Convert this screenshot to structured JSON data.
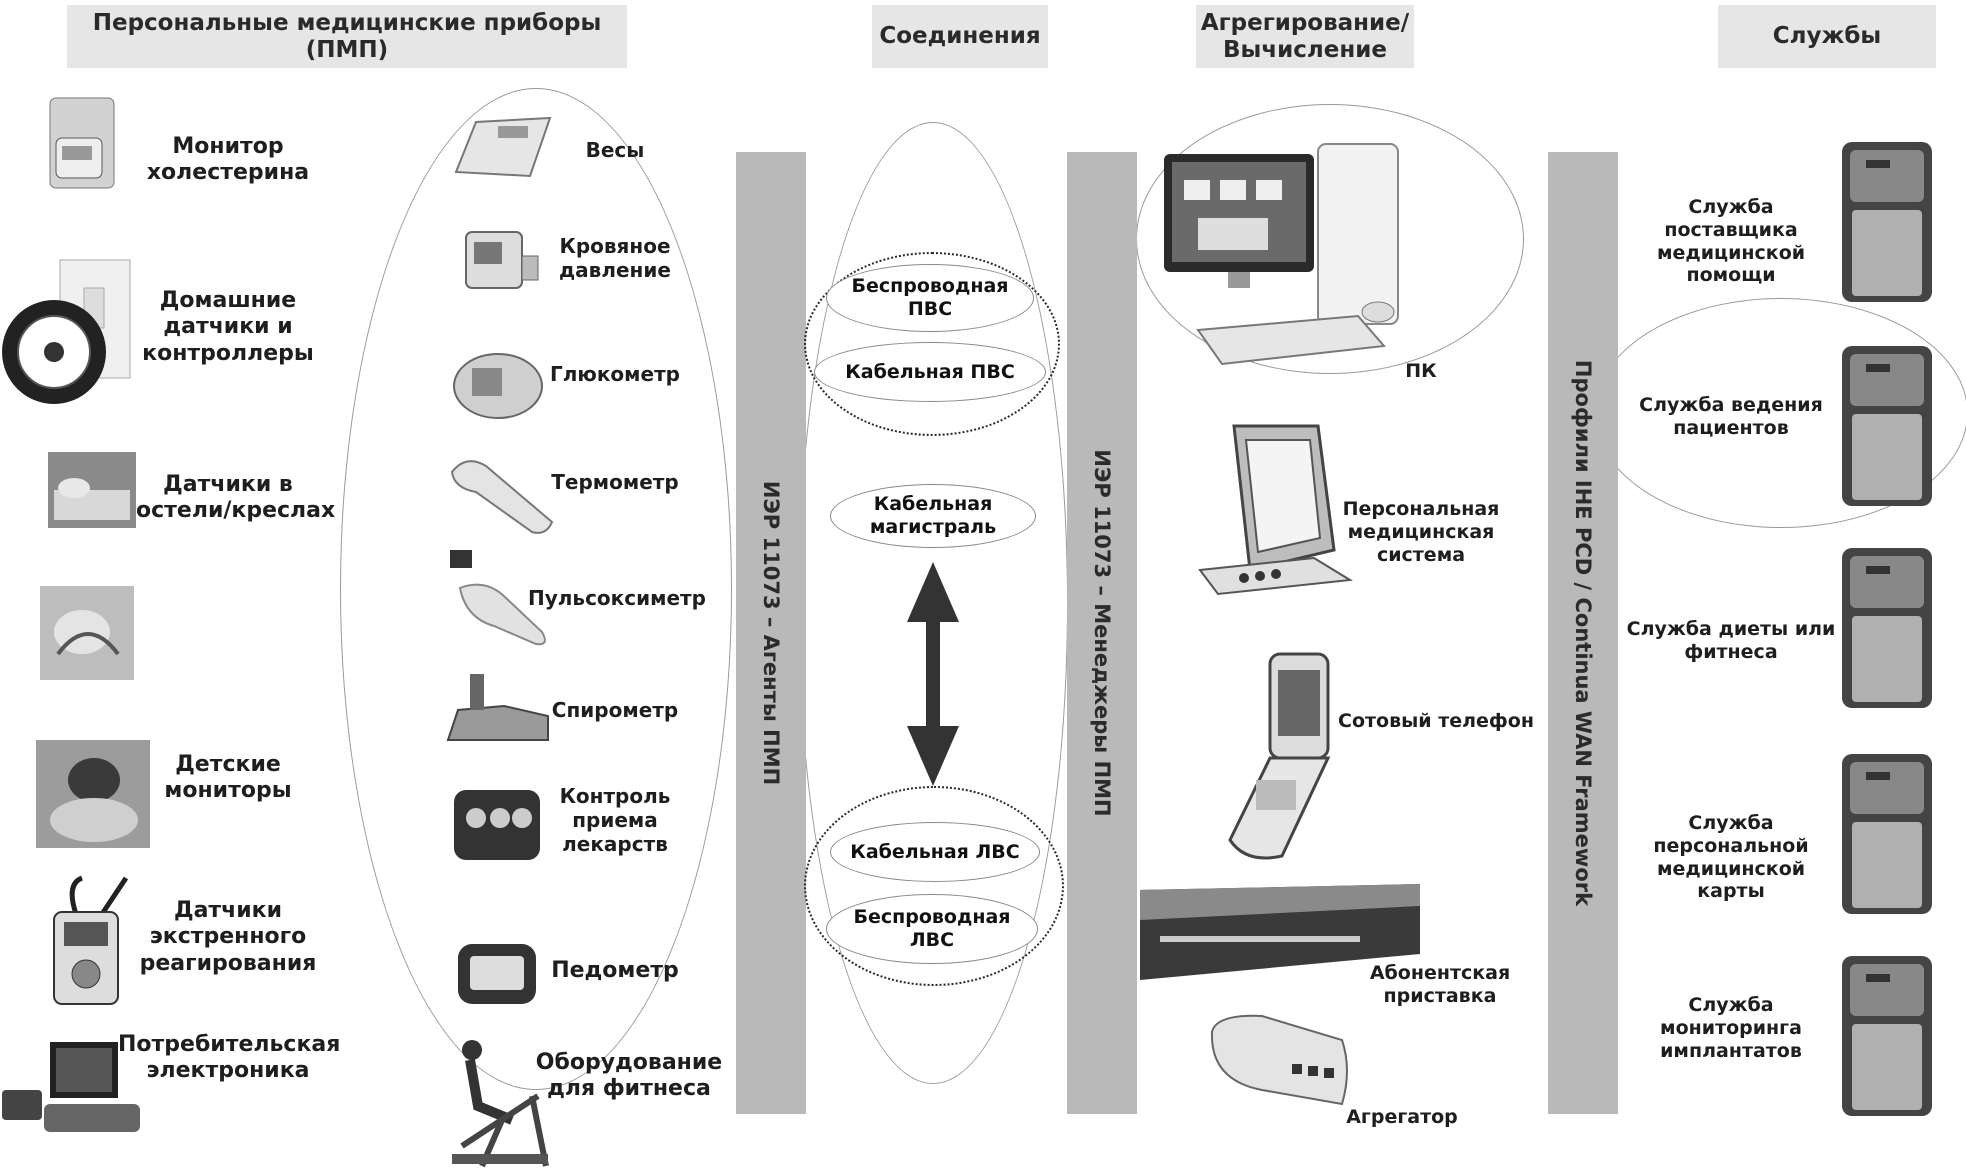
{
  "headers": {
    "devices": "Персональные медицинские приборы (ПМП)",
    "connections": "Соединения",
    "aggregation": "Агрегирование/\nВычисление",
    "services": "Службы"
  },
  "left_devices": [
    "Монитор\nхолестерина",
    "Домашние\nдатчики и\nконтроллеры",
    "Датчики в\nпостели/креслах",
    "Детские\nмониторы",
    "Датчики\nэкстренного\nреагирования",
    "Потребительская\nэлектроника"
  ],
  "mid_devices": [
    "Весы",
    "Кровяное\nдавление",
    "Глюкометр",
    "Термометр",
    "Пульсоксиметр",
    "Спирометр",
    "Контроль\nприема\nлекарств",
    "Педометр",
    "Оборудование\nдля фитнеса"
  ],
  "bars": {
    "agents": "ИЭР 11073 – Агенты ПМП",
    "managers": "ИЭР 11073 – Менеджеры ПМП",
    "profiles": "Профили IHE PCD / Continua WAN Framework"
  },
  "connections": {
    "wireless_pan": "Беспроводная\nПВС",
    "wired_pan": "Кабельная ПВС",
    "backbone": "Кабельная\nмагистраль",
    "wired_lan": "Кабельная ЛВС",
    "wireless_lan": "Беспроводная\nЛВС"
  },
  "aggregators": {
    "pc": "ПК",
    "phs": "Персональная\nмедицинская\nсистема",
    "phone": "Сотовый телефон",
    "stb": "Абонентская\nприставка",
    "agg": "Агрегатор"
  },
  "services": [
    "Служба поставщика\nмедицинской\nпомощи",
    "Служба ведения\nпациентов",
    "Служба диеты или\nфитнеса",
    "Служба\nперсональной\nмедицинской карты",
    "Служба\nмониторинга\nимплантатов"
  ],
  "colors": {
    "bar": "#b9b9b9",
    "header": "#e6e6e6",
    "arrow": "#333333"
  }
}
